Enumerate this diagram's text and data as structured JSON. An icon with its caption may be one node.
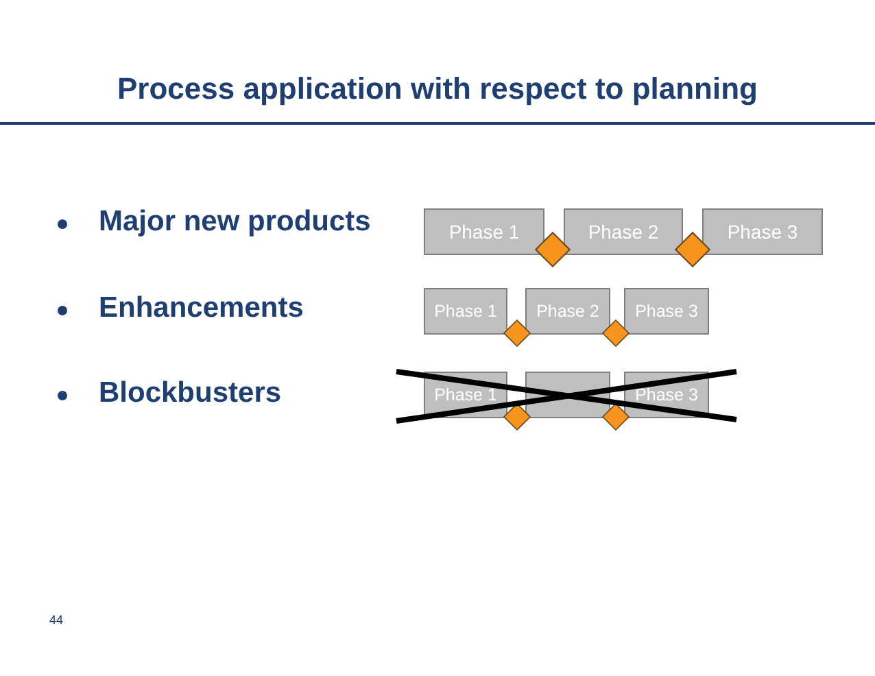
{
  "diagram": {
    "title": "Process application with respect to planning",
    "nodes": [
      {
        "text": [
          "Phase 1"
        ]
      },
      {
        "text": [],
        "shape": "diamond"
      },
      {
        "text": [
          "Phase 2"
        ]
      },
      {
        "text": [],
        "shape": "diamond"
      },
      {
        "text": [
          "Phase 3"
        ]
      },
      {
        "text": [
          "Phase 1"
        ]
      },
      {
        "text": [],
        "shape": "diamond"
      },
      {
        "text": [
          "Phase 2"
        ]
      },
      {
        "text": [],
        "shape": "diamond"
      },
      {
        "text": [
          "Phase 3"
        ]
      },
      {
        "text": [
          "Phase 1"
        ]
      },
      {
        "text": [],
        "shape": "diamond"
      },
      {
        "text": [],
        "shape": "box"
      },
      {
        "text": [],
        "shape": "diamond"
      },
      {
        "text": [
          "Phase 3"
        ]
      }
    ],
    "labels": [
      "Major new products",
      "Enhancements",
      "Blockbusters",
      "44"
    ]
  }
}
